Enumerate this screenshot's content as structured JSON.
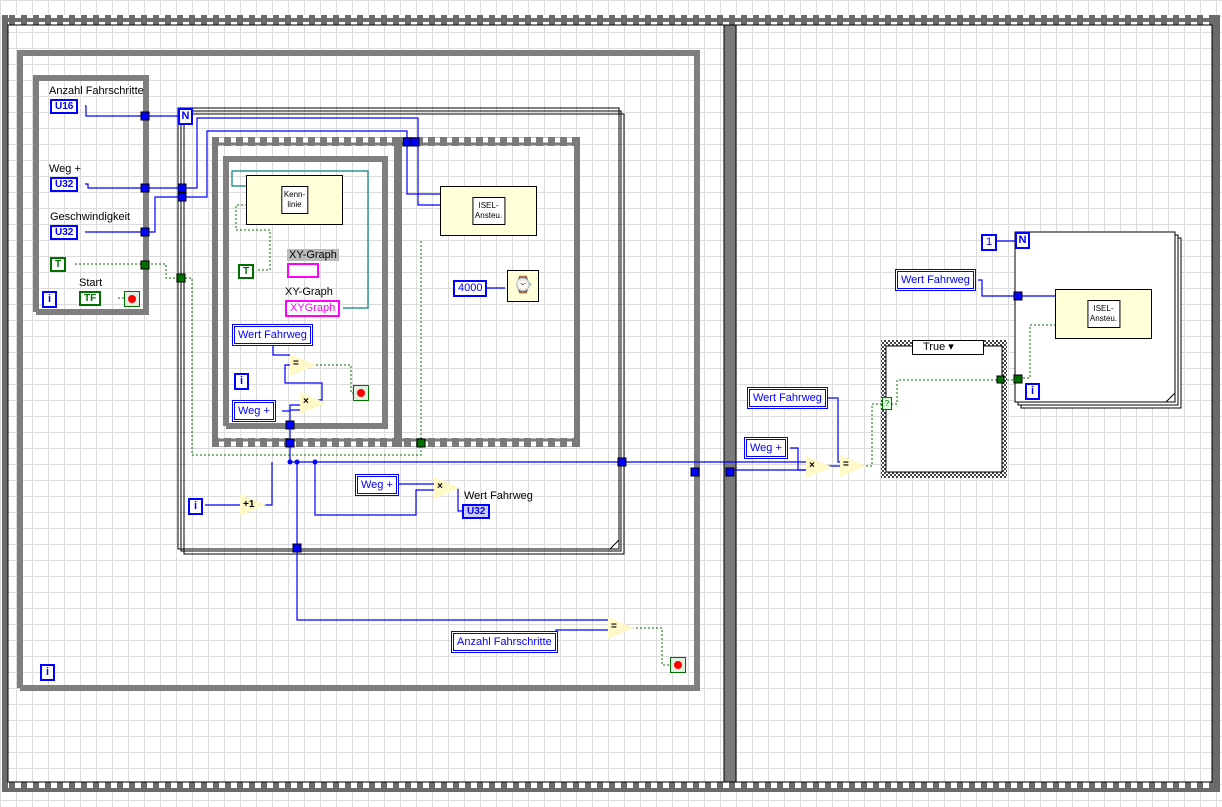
{
  "left_frame": {
    "outer_loop_iteration": "i",
    "init_loop": {
      "anzahl_label": "Anzahl Fahrschritte",
      "anzahl_type": "U16",
      "weg_label": "Weg +",
      "weg_type": "U32",
      "geschw_label": "Geschwindigkeit",
      "geschw_type": "U32",
      "bool_const": "T",
      "start_label": "Start",
      "start_type": "TF",
      "iteration": "i"
    },
    "for_loop": {
      "count_terminal": "N",
      "iteration": "i",
      "increment_op": "+1",
      "weg_local": "Weg +",
      "multiply_op": "×",
      "wert_fahrweg_label": "Wert Fahrweg",
      "wert_fahrweg_type": "U32",
      "sequence": {
        "inner_loop": {
          "subvi": "Kenn-\nlinie",
          "bool_const": "T",
          "xy_graph_label": "XY-Graph",
          "xy_graph_ref_label": "XY-Graph",
          "xy_graph_ref": "XYGraph",
          "wert_fahrweg_local": "Wert Fahrweg",
          "equal_op": "=",
          "weg_local": "Weg +",
          "multiply_op": "×",
          "iteration": "i"
        },
        "frame2": {
          "subvi": "ISEL-\nAnsteu.",
          "wait_ms": "4000"
        }
      }
    },
    "compare": {
      "anzahl_local": "Anzahl Fahrschritte",
      "equal_op": "="
    }
  },
  "right_frame": {
    "wert_fahrweg_local": "Wert Fahrweg",
    "weg_local": "Weg +",
    "multiply_op": "×",
    "equal_op": "=",
    "case_selector": "True",
    "case_terminal": "?",
    "wert_fahrweg_local2": "Wert Fahrweg",
    "for_count_const": "1",
    "count_terminal": "N",
    "subvi": "ISEL-\nAnsteu.",
    "iteration": "i"
  },
  "colors": {
    "wire_numeric": "#0000ff",
    "wire_bool": "#007000",
    "wire_ref": "#008080",
    "structure": "#808080"
  }
}
